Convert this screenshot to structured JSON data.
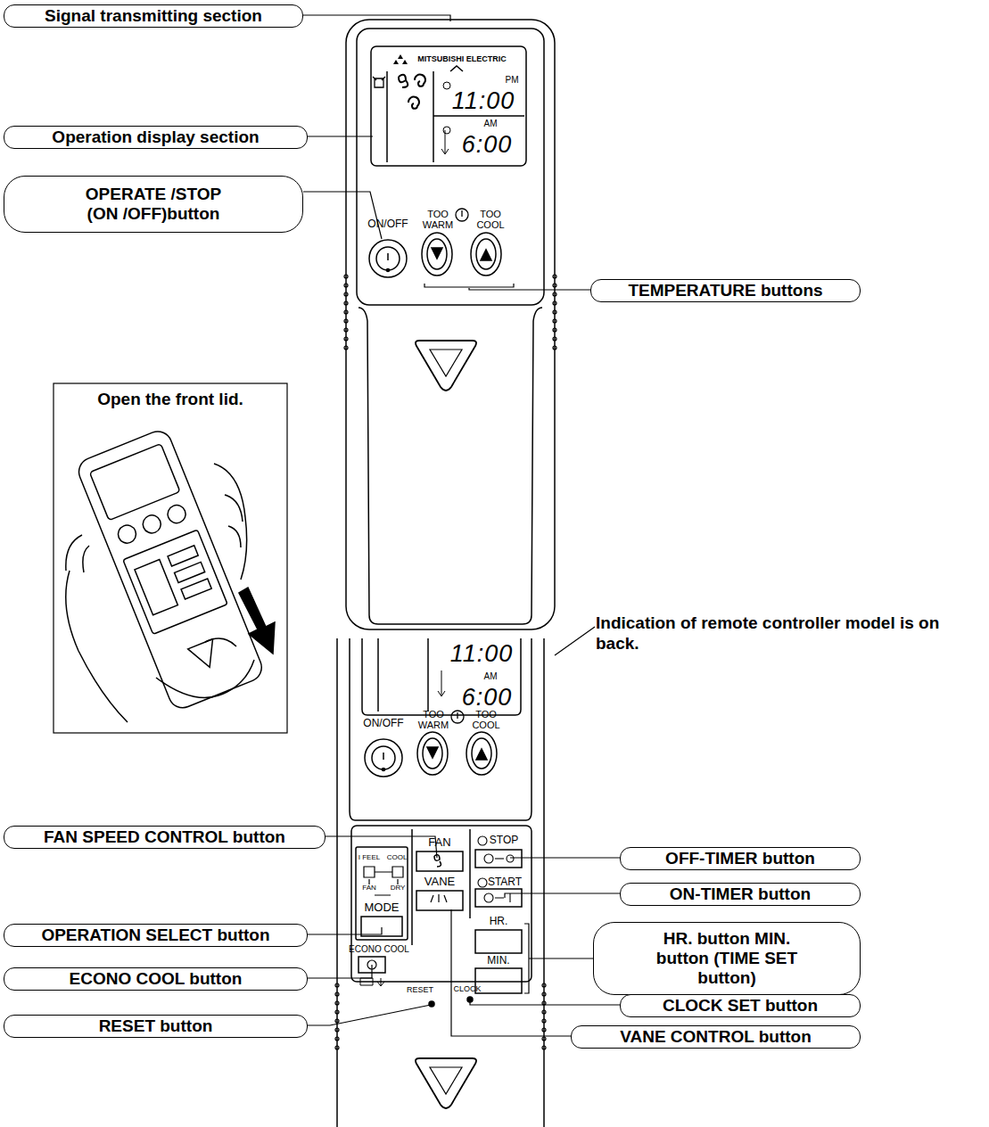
{
  "diagram": {
    "nodes": [
      {
        "text": [
          "Signal transmitting section"
        ]
      },
      {
        "text": [
          "Operation display section"
        ]
      },
      {
        "text": [
          "OPERATE /STOP (ON /OFF)button"
        ]
      },
      {
        "text": [
          "TEMPERATURE buttons"
        ]
      },
      {
        "text": [
          "FAN SPEED CONTROL button"
        ]
      },
      {
        "text": [
          "OFF-TIMER button"
        ]
      },
      {
        "text": [
          "ON-TIMER button"
        ]
      },
      {
        "text": [
          "OPERATION SELECT button"
        ]
      },
      {
        "text": [
          "HR. button MIN. button (TIME SET button)"
        ]
      },
      {
        "text": [
          "ECONO COOL button"
        ]
      },
      {
        "text": [
          "CLOCK SET button"
        ]
      },
      {
        "text": [
          "RESET button"
        ]
      },
      {
        "text": [
          "VANE CONTROL button"
        ]
      }
    ],
    "labels": [
      "Open the front lid.",
      "Indication of remote controller model is on back.",
      "MITSUBISHI ELECTRIC",
      "PM",
      "11:00",
      "AM",
      "6:00",
      "ON/OFF",
      "TOO WARM",
      "TOO COOL",
      "11:00",
      "AM",
      "6:00",
      "ON/OFF",
      "TOO WARM",
      "TOO COOL",
      "FAN",
      "VANE",
      "STOP",
      "START",
      "HR.",
      "MIN.",
      "I FEEL",
      "COOL",
      "FAN",
      "DRY",
      "MODE",
      "ECONO COOL",
      "RESET",
      "CLOCK"
    ]
  }
}
